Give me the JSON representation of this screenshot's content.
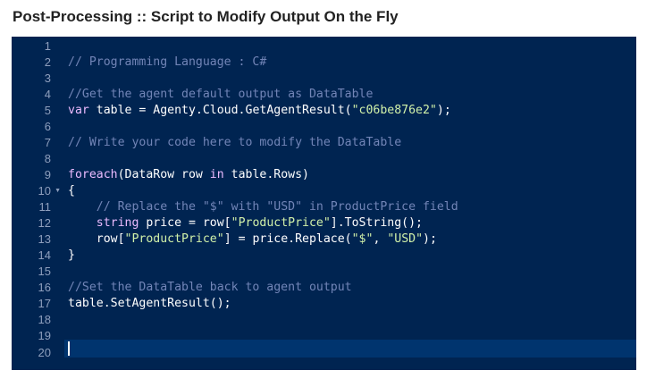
{
  "title": "Post-Processing :: Script to Modify Output On the Fly",
  "editor": {
    "line_numbers": [
      "1",
      "2",
      "3",
      "4",
      "5",
      "6",
      "7",
      "8",
      "9",
      "10",
      "11",
      "12",
      "13",
      "14",
      "15",
      "16",
      "17",
      "18",
      "19",
      "20"
    ],
    "lines": [
      "",
      "// Programming Language : C#",
      "",
      "//Get the agent default output as DataTable",
      "var table = Agenty.Cloud.GetAgentResult(\"c06be876e2\");",
      "",
      "// Write your code here to modify the DataTable",
      "",
      "foreach(DataRow row in table.Rows)",
      "{",
      "    // Replace the \"$\" with \"USD\" in ProductPrice field",
      "    string price = row[\"ProductPrice\"].ToString();",
      "    row[\"ProductPrice\"] = price.Replace(\"$\", \"USD\");",
      "}",
      "",
      "//Set the DataTable back to agent output",
      "table.SetAgentResult();",
      "",
      "",
      ""
    ],
    "fold_line": 10,
    "active_line": 20
  },
  "colors": {
    "background": "#002451",
    "comment": "#7285b7",
    "text": "#ffffff",
    "keyword": "#ebbbff",
    "string": "#d1f1a9",
    "gutter_text": "#8e9fbd",
    "active_line": "#00346e"
  }
}
